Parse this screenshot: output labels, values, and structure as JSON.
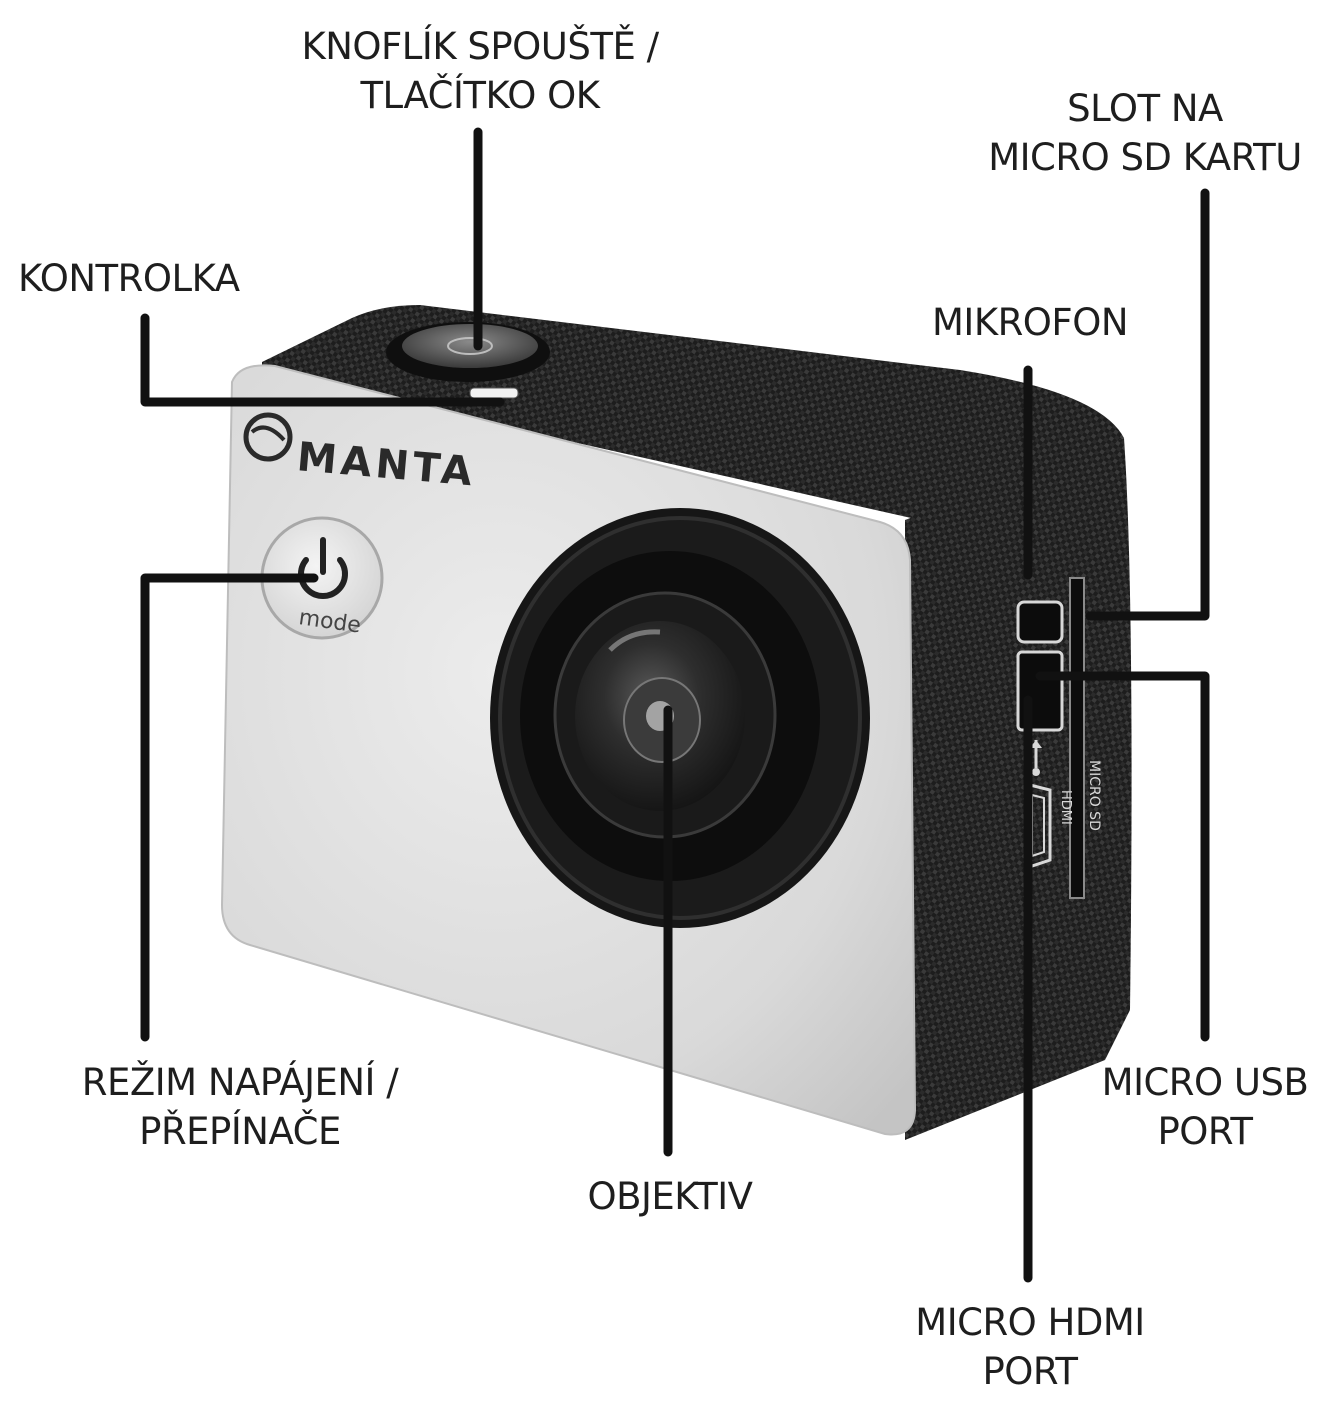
{
  "labels": {
    "shutter": {
      "line1": "KNOFLÍK SPOUŠTĚ /",
      "line2": "TLAČÍTKO OK"
    },
    "indicator": {
      "line1": "KONTROLKA"
    },
    "sd_slot": {
      "line1": "SLOT NA",
      "line2": "MICRO SD KARTU"
    },
    "microphone": {
      "line1": "MIKROFON"
    },
    "power_mode": {
      "line1": "REŽIM NAPÁJENÍ /",
      "line2": "PŘEPÍNAČE"
    },
    "lens": {
      "line1": "OBJEKTIV"
    },
    "micro_usb": {
      "line1": "MICRO USB",
      "line2": "PORT"
    },
    "micro_hdmi": {
      "line1": "MICRO HDMI",
      "line2": "PORT"
    }
  },
  "camera": {
    "brand": "MANTA",
    "button_text": "mode",
    "side_text_1": "MICRO SD",
    "side_text_2": "HDMI"
  },
  "icons": {
    "power": "power-icon",
    "usb": "usb-icon",
    "hdmi": "hdmi-icon",
    "logo": "manta-logo-icon"
  },
  "colors": {
    "text": "#1e1e1e",
    "leader": "#111111",
    "body_face": "#dcdcdc",
    "body_dark": "#1f1f1f",
    "lens_ring": "#151515"
  }
}
